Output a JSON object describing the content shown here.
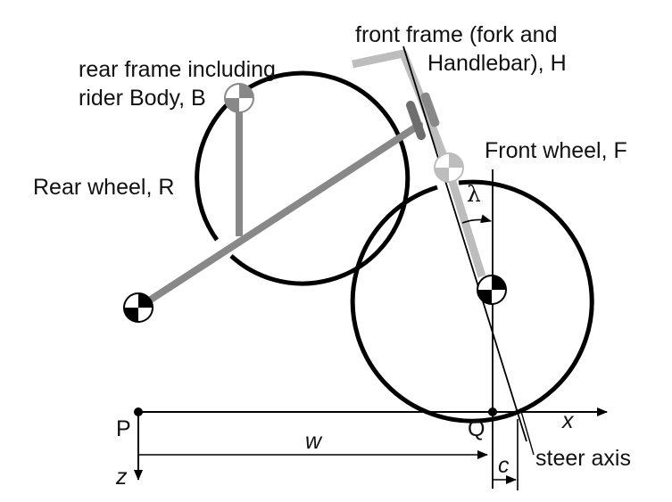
{
  "labels": {
    "rear_frame_line1": "rear frame including",
    "rear_frame_line2": "rider Body, B",
    "front_frame_line1": "front frame (fork and",
    "front_frame_line2": "Handlebar), H",
    "front_wheel": "Front wheel, F",
    "rear_wheel": "Rear wheel, R",
    "lambda": "λ",
    "point_p": "P",
    "point_q": "Q",
    "w": "w",
    "c": "c",
    "x_axis": "x",
    "z_axis": "z",
    "steer_axis": "steer axis"
  },
  "colors": {
    "wheel": "#000000",
    "rear_frame": "#888888",
    "fork": "#bdbdbd",
    "handlebar_grip": "#6e6e6e",
    "text": "#111111",
    "com_dark": "#000000",
    "com_light": "#ffffff"
  },
  "icons": {
    "center_of_mass": "center-of-mass-marker"
  }
}
